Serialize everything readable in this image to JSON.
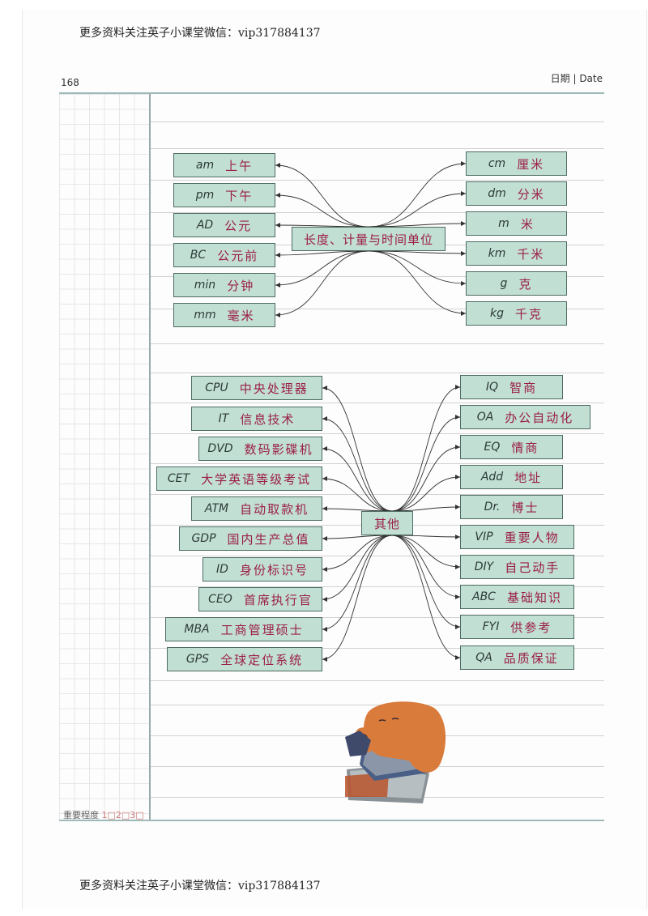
{
  "watermark": "更多资料关注英子小课堂微信：vip317884137",
  "page_number": "168",
  "date_label": "日期 | Date",
  "importance_label": "重要程度",
  "importance_scale": "1□2□3□",
  "section1": {
    "center": "长度、计量与时间单位",
    "left": [
      {
        "en": "am",
        "cn": "上午"
      },
      {
        "en": "pm",
        "cn": "下午"
      },
      {
        "en": "AD",
        "cn": "公元"
      },
      {
        "en": "BC",
        "cn": "公元前"
      },
      {
        "en": "min",
        "cn": "分钟"
      },
      {
        "en": "mm",
        "cn": "毫米"
      }
    ],
    "right": [
      {
        "en": "cm",
        "cn": "厘米"
      },
      {
        "en": "dm",
        "cn": "分米"
      },
      {
        "en": "m",
        "cn": "米"
      },
      {
        "en": "km",
        "cn": "千米"
      },
      {
        "en": "g",
        "cn": "克"
      },
      {
        "en": "kg",
        "cn": "千克"
      }
    ]
  },
  "section2": {
    "center": "其他",
    "left": [
      {
        "en": "CPU",
        "cn": "中央处理器"
      },
      {
        "en": "IT",
        "cn": "信息技术"
      },
      {
        "en": "DVD",
        "cn": "数码影碟机"
      },
      {
        "en": "CET",
        "cn": "大学英语等级考试"
      },
      {
        "en": "ATM",
        "cn": "自动取款机"
      },
      {
        "en": "GDP",
        "cn": "国内生产总值"
      },
      {
        "en": "ID",
        "cn": "身份标识号"
      },
      {
        "en": "CEO",
        "cn": "首席执行官"
      },
      {
        "en": "MBA",
        "cn": "工商管理硕士"
      },
      {
        "en": "GPS",
        "cn": "全球定位系统"
      }
    ],
    "right": [
      {
        "en": "IQ",
        "cn": "智商"
      },
      {
        "en": "OA",
        "cn": "办公自动化"
      },
      {
        "en": "EQ",
        "cn": "情商"
      },
      {
        "en": "Add",
        "cn": "地址"
      },
      {
        "en": "Dr.",
        "cn": "博士"
      },
      {
        "en": "VIP",
        "cn": "重要人物"
      },
      {
        "en": "DIY",
        "cn": "自己动手"
      },
      {
        "en": "ABC",
        "cn": "基础知识"
      },
      {
        "en": "FYI",
        "cn": "供参考"
      },
      {
        "en": "QA",
        "cn": "品质保证"
      }
    ]
  }
}
